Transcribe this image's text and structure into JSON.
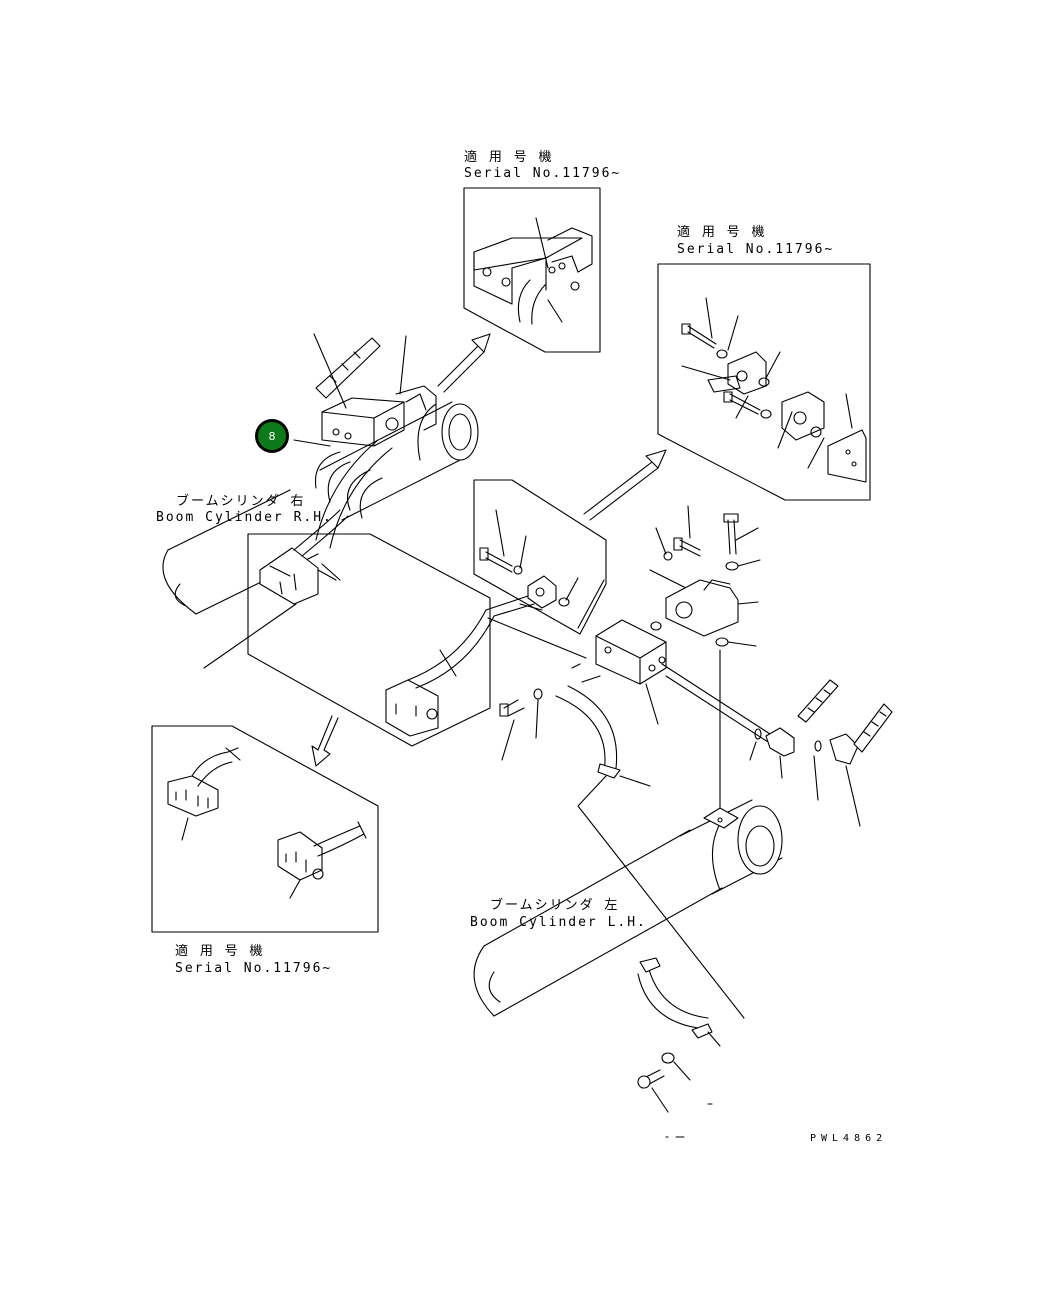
{
  "labels": {
    "serial_top_jp": "適 用 号 機",
    "serial_top_en": "Serial No.11796~",
    "serial_right_jp": "適 用 号 機",
    "serial_right_en": "Serial No.11796~",
    "serial_bottom_jp": "適 用 号 機",
    "serial_bottom_en": "Serial No.11796~",
    "boom_rh_jp": "ブームシリンダ 右",
    "boom_rh_en": "Boom Cylinder R.H.",
    "boom_lh_jp": "ブームシリンダ 左",
    "boom_lh_en": "Boom Cylinder L.H.",
    "drawing_code": "PWL4862"
  },
  "callout": {
    "number": "8",
    "color": "#0a7a1a"
  }
}
